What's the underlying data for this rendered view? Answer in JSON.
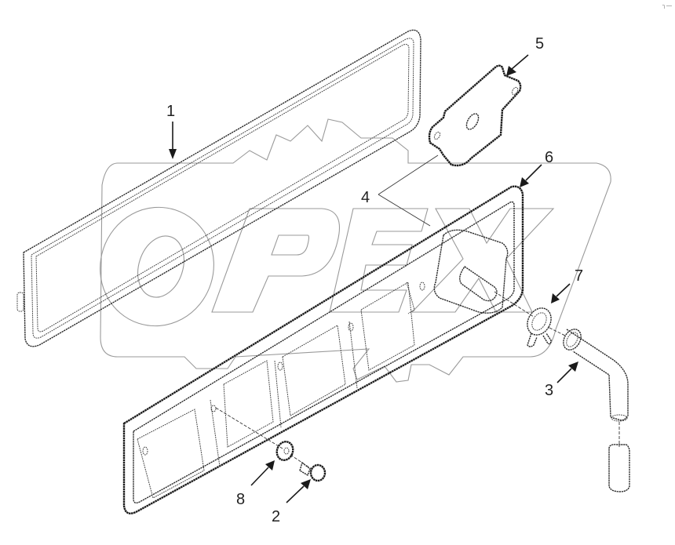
{
  "diagram": {
    "type": "exploded-parts-view",
    "watermark": "OPEX",
    "corner_mark": "┐—",
    "callouts": [
      {
        "id": "1",
        "label": "1",
        "part": "outer gasket / seal"
      },
      {
        "id": "2",
        "label": "2",
        "part": "bolt"
      },
      {
        "id": "3",
        "label": "3",
        "part": "hose"
      },
      {
        "id": "4",
        "label": "4",
        "part": "mounting points"
      },
      {
        "id": "5",
        "label": "5",
        "part": "breather plate"
      },
      {
        "id": "6",
        "label": "6",
        "part": "valve cover"
      },
      {
        "id": "7",
        "label": "7",
        "part": "hose clamp"
      },
      {
        "id": "8",
        "label": "8",
        "part": "washer / grommet"
      }
    ]
  },
  "colors": {
    "background": "#ffffff",
    "line": "#2a2a2a",
    "watermark": "#9a9a9a"
  }
}
